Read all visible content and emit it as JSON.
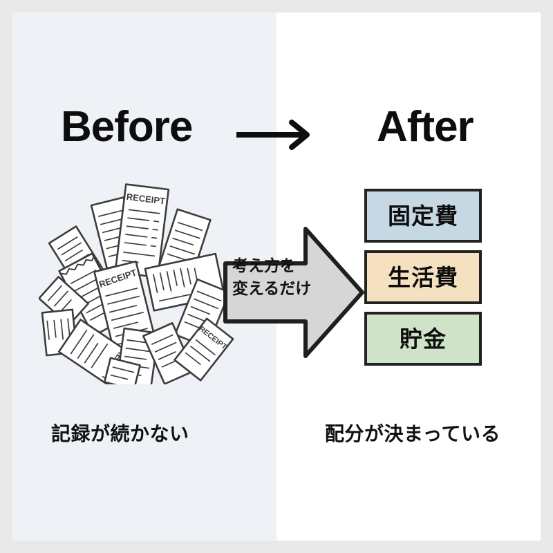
{
  "frame": {
    "outer_bg": "#e9e9e9",
    "canvas_bg": "#ffffff",
    "left_panel_bg": "#eef1f5"
  },
  "headings": {
    "before": "Before",
    "after": "After",
    "transition_arrow_icon": "right-arrow-icon"
  },
  "left_panel": {
    "illustration": "receipt-pile-illustration",
    "receipt_label": "RECEIPT",
    "caption": "記録が続かない"
  },
  "middle": {
    "block_arrow_icon": "block-arrow-right-icon",
    "block_arrow_fill": "#d6d6d6",
    "block_arrow_stroke": "#1f1f1f",
    "label_line1": "考え方を",
    "label_line2": "変えるだけ",
    "label": "考え方を\n変えるだけ"
  },
  "right_panel": {
    "caption": "配分が決まっている",
    "boxes": [
      {
        "label": "固定費",
        "fill": "#c6d8e4",
        "border": "#222222"
      },
      {
        "label": "生活費",
        "fill": "#f5e0c0",
        "border": "#222222"
      },
      {
        "label": "貯金",
        "fill": "#cfe3c8",
        "border": "#222222"
      }
    ]
  }
}
